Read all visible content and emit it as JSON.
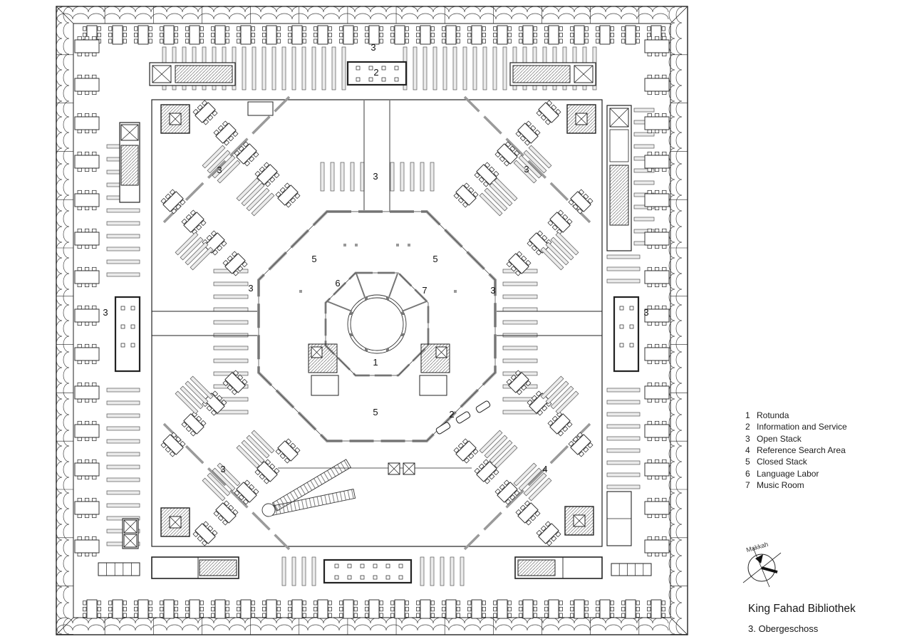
{
  "document": {
    "title": "King Fahad Bibliothek",
    "subtitle": "3. Obergeschoss"
  },
  "compass": {
    "label": "Makkah"
  },
  "legend": {
    "items": [
      {
        "num": "1",
        "label": "Rotunda"
      },
      {
        "num": "2",
        "label": "Information and Service"
      },
      {
        "num": "3",
        "label": "Open Stack"
      },
      {
        "num": "4",
        "label": "Reference Search Area"
      },
      {
        "num": "5",
        "label": "Closed Stack"
      },
      {
        "num": "6",
        "label": "Language Labor"
      },
      {
        "num": "7",
        "label": "Music Room"
      }
    ]
  },
  "plan": {
    "labels": [
      "3",
      "2",
      "3",
      "3",
      "3",
      "3",
      "3",
      "3",
      "3",
      "5",
      "5",
      "6",
      "7",
      "1",
      "5",
      "2",
      "3",
      "4"
    ]
  },
  "colors": {
    "ink": "#222222",
    "wall_gray": "#9a9a9a",
    "shelf_fill": "#ebebeb"
  }
}
